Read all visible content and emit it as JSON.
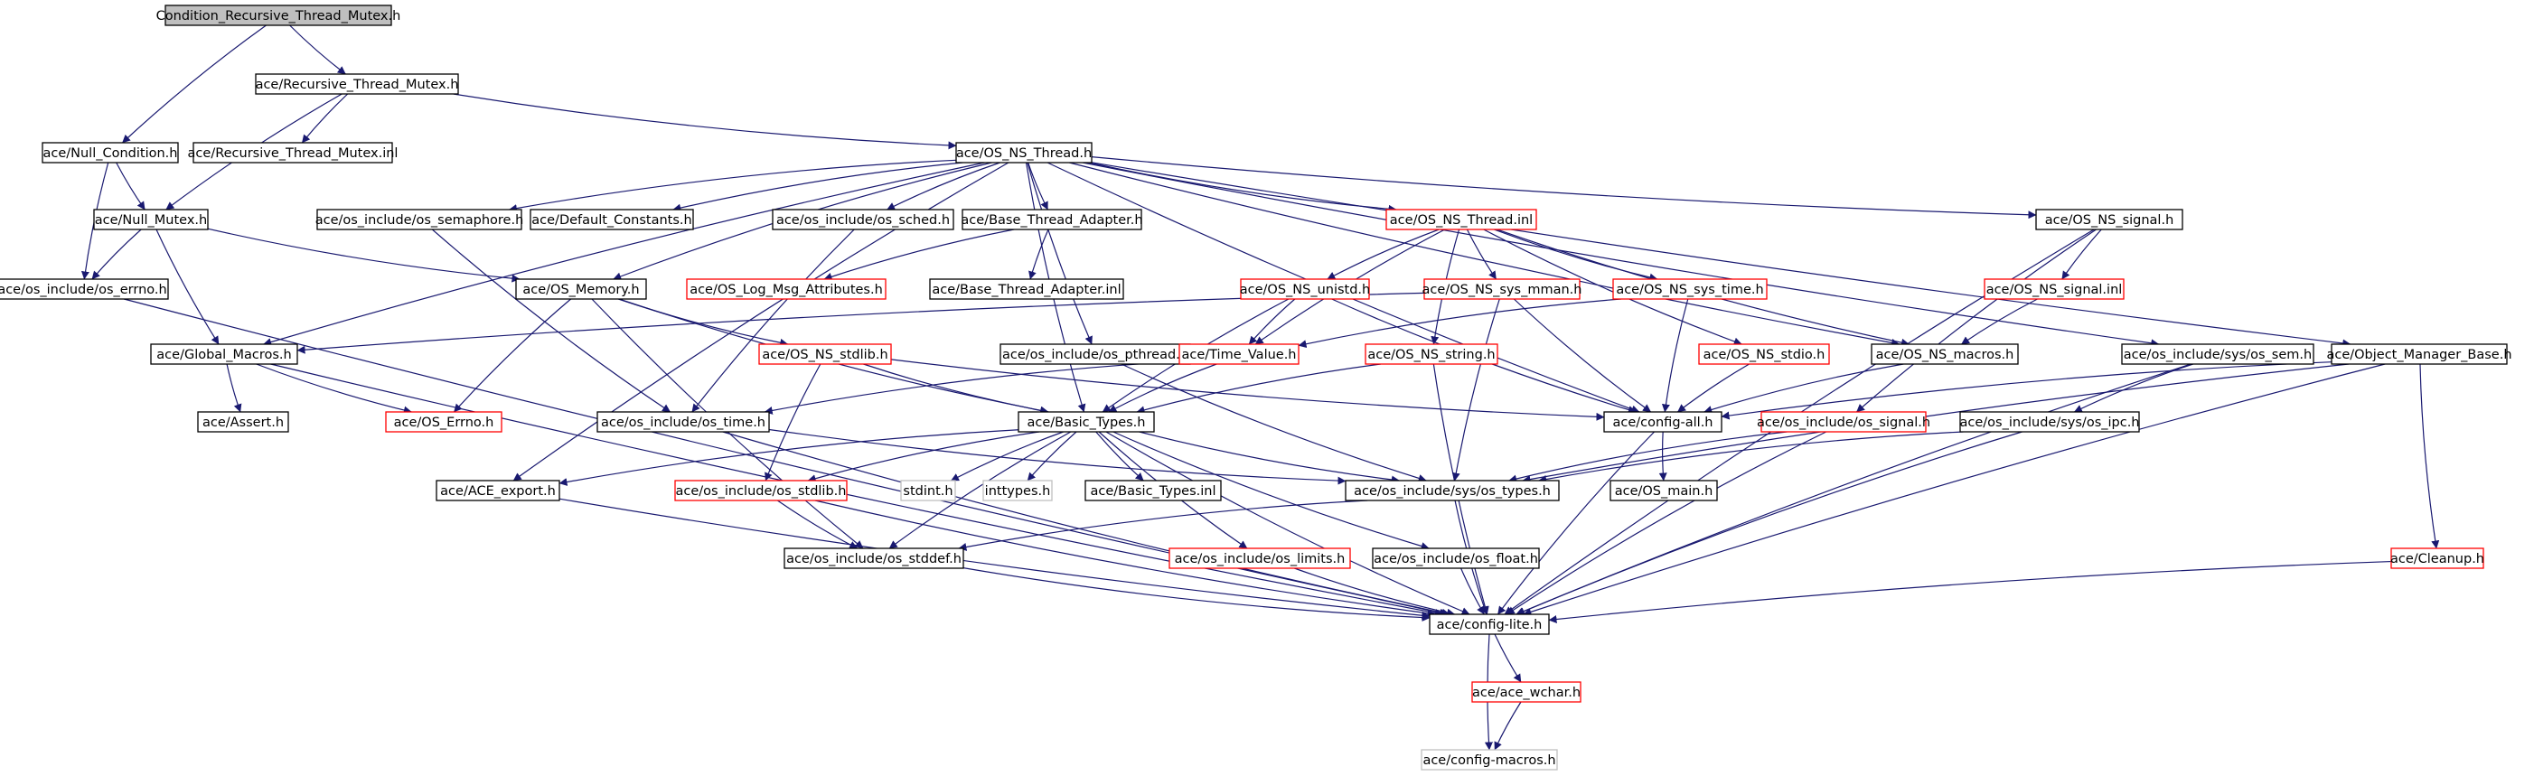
{
  "colors": {
    "edge": "#191970",
    "border_default": "#000000",
    "border_red": "#ff0000",
    "border_gray": "#bfbfbf",
    "fill_root": "#bfbfbf",
    "fill_default": "#ffffff",
    "text": "#000000"
  },
  "nodes": [
    {
      "id": "root",
      "label": "Condition_Recursive_Thread_Mutex.h",
      "style": "root"
    },
    {
      "id": "recmtx",
      "label": "ace/Recursive_Thread_Mutex.h",
      "style": "normal"
    },
    {
      "id": "nullcond",
      "label": "ace/Null_Condition.h",
      "style": "normal"
    },
    {
      "id": "recmtxinl",
      "label": "ace/Recursive_Thread_Mutex.inl",
      "style": "normal"
    },
    {
      "id": "osnsthread",
      "label": "ace/OS_NS_Thread.h",
      "style": "normal"
    },
    {
      "id": "nullmutex",
      "label": "ace/Null_Mutex.h",
      "style": "normal"
    },
    {
      "id": "ossem",
      "label": "ace/os_include/os_semaphore.h",
      "style": "normal"
    },
    {
      "id": "defconst",
      "label": "ace/Default_Constants.h",
      "style": "normal"
    },
    {
      "id": "ossched",
      "label": "ace/os_include/os_sched.h",
      "style": "normal"
    },
    {
      "id": "basethr",
      "label": "ace/Base_Thread_Adapter.h",
      "style": "normal"
    },
    {
      "id": "osnsthrinl",
      "label": "ace/OS_NS_Thread.inl",
      "style": "red"
    },
    {
      "id": "osnssig",
      "label": "ace/OS_NS_signal.h",
      "style": "normal"
    },
    {
      "id": "oserrno",
      "label": "ace/os_include/os_errno.h",
      "style": "normal"
    },
    {
      "id": "osmem",
      "label": "ace/OS_Memory.h",
      "style": "normal"
    },
    {
      "id": "oslog",
      "label": "ace/OS_Log_Msg_Attributes.h",
      "style": "red"
    },
    {
      "id": "basethrinl",
      "label": "ace/Base_Thread_Adapter.inl",
      "style": "normal"
    },
    {
      "id": "osnsunistd",
      "label": "ace/OS_NS_unistd.h",
      "style": "red"
    },
    {
      "id": "osnsmman",
      "label": "ace/OS_NS_sys_mman.h",
      "style": "red"
    },
    {
      "id": "osnssystime",
      "label": "ace/OS_NS_sys_time.h",
      "style": "red"
    },
    {
      "id": "osnssiginl",
      "label": "ace/OS_NS_signal.inl",
      "style": "red"
    },
    {
      "id": "globmac",
      "label": "ace/Global_Macros.h",
      "style": "normal"
    },
    {
      "id": "osnsstdlib",
      "label": "ace/OS_NS_stdlib.h",
      "style": "red"
    },
    {
      "id": "ospthread",
      "label": "ace/os_include/os_pthread.h",
      "style": "normal"
    },
    {
      "id": "timeval",
      "label": "ace/Time_Value.h",
      "style": "red"
    },
    {
      "id": "osnsstring",
      "label": "ace/OS_NS_string.h",
      "style": "red"
    },
    {
      "id": "osnsstdio",
      "label": "ace/OS_NS_stdio.h",
      "style": "red"
    },
    {
      "id": "osnsmacros",
      "label": "ace/OS_NS_macros.h",
      "style": "normal"
    },
    {
      "id": "ossyssem",
      "label": "ace/os_include/sys/os_sem.h",
      "style": "normal"
    },
    {
      "id": "objmgr",
      "label": "ace/Object_Manager_Base.h",
      "style": "normal"
    },
    {
      "id": "assert",
      "label": "ace/Assert.h",
      "style": "normal"
    },
    {
      "id": "oserrnoh",
      "label": "ace/OS_Errno.h",
      "style": "red"
    },
    {
      "id": "ostime",
      "label": "ace/os_include/os_time.h",
      "style": "normal"
    },
    {
      "id": "basictypes",
      "label": "ace/Basic_Types.h",
      "style": "normal"
    },
    {
      "id": "configall",
      "label": "ace/config-all.h",
      "style": "normal"
    },
    {
      "id": "ossignal",
      "label": "ace/os_include/os_signal.h",
      "style": "red"
    },
    {
      "id": "osipc",
      "label": "ace/os_include/sys/os_ipc.h",
      "style": "normal"
    },
    {
      "id": "aceexport",
      "label": "ace/ACE_export.h",
      "style": "normal"
    },
    {
      "id": "osstdlib",
      "label": "ace/os_include/os_stdlib.h",
      "style": "red"
    },
    {
      "id": "stdint",
      "label": "stdint.h",
      "style": "gray"
    },
    {
      "id": "inttypes",
      "label": "inttypes.h",
      "style": "gray"
    },
    {
      "id": "basictypesinl",
      "label": "ace/Basic_Types.inl",
      "style": "normal"
    },
    {
      "id": "ostypes",
      "label": "ace/os_include/sys/os_types.h",
      "style": "normal"
    },
    {
      "id": "osmain",
      "label": "ace/OS_main.h",
      "style": "normal"
    },
    {
      "id": "osstddef",
      "label": "ace/os_include/os_stddef.h",
      "style": "normal"
    },
    {
      "id": "oslimits",
      "label": "ace/os_include/os_limits.h",
      "style": "red"
    },
    {
      "id": "osfloat",
      "label": "ace/os_include/os_float.h",
      "style": "normal"
    },
    {
      "id": "cleanup",
      "label": "ace/Cleanup.h",
      "style": "red"
    },
    {
      "id": "configlite",
      "label": "ace/config-lite.h",
      "style": "normal"
    },
    {
      "id": "acewchar",
      "label": "ace/ace_wchar.h",
      "style": "red"
    },
    {
      "id": "configmacros",
      "label": "ace/config-macros.h",
      "style": "gray"
    }
  ],
  "edges": [
    [
      "root",
      "recmtx"
    ],
    [
      "root",
      "nullcond"
    ],
    [
      "recmtx",
      "recmtxinl"
    ],
    [
      "recmtx",
      "osnsthread"
    ],
    [
      "recmtx",
      "nullmutex"
    ],
    [
      "nullcond",
      "nullmutex"
    ],
    [
      "nullcond",
      "oserrno"
    ],
    [
      "nullmutex",
      "oserrno"
    ],
    [
      "nullmutex",
      "osmem"
    ],
    [
      "nullmutex",
      "globmac"
    ],
    [
      "osnsthread",
      "ossem"
    ],
    [
      "osnsthread",
      "defconst"
    ],
    [
      "osnsthread",
      "ossched"
    ],
    [
      "osnsthread",
      "basethr"
    ],
    [
      "osnsthread",
      "osnsthrinl"
    ],
    [
      "osnsthread",
      "osnssig"
    ],
    [
      "osnsthread",
      "osmem"
    ],
    [
      "osnsthread",
      "globmac"
    ],
    [
      "osnsthread",
      "aceexport"
    ],
    [
      "osnsthread",
      "basictypes"
    ],
    [
      "osnsthread",
      "ospthread"
    ],
    [
      "osnsthread",
      "configall"
    ],
    [
      "osnsthread",
      "osnsmacros"
    ],
    [
      "osnsthread",
      "ossyssem"
    ],
    [
      "osnsthread",
      "objmgr"
    ],
    [
      "ossem",
      "ostime"
    ],
    [
      "ossched",
      "ostime"
    ],
    [
      "basethr",
      "oslog"
    ],
    [
      "basethr",
      "basethrinl"
    ],
    [
      "osnsthrinl",
      "osnsunistd"
    ],
    [
      "osnsthrinl",
      "osnsmman"
    ],
    [
      "osnsthrinl",
      "osnssystime"
    ],
    [
      "osnsthrinl",
      "osnsstring"
    ],
    [
      "osnsthrinl",
      "osnsstdio"
    ],
    [
      "osnsthrinl",
      "timeval"
    ],
    [
      "osnsthrinl",
      "osnsmacros"
    ],
    [
      "osnssig",
      "osnssiginl"
    ],
    [
      "osnssig",
      "ossignal"
    ],
    [
      "osnssig",
      "configlite"
    ],
    [
      "osnssiginl",
      "osnsmacros"
    ],
    [
      "oserrno",
      "configlite"
    ],
    [
      "osmem",
      "osnsstdlib"
    ],
    [
      "osmem",
      "oserrnoh"
    ],
    [
      "osmem",
      "basictypes"
    ],
    [
      "osmem",
      "osstddef"
    ],
    [
      "osnsunistd",
      "timeval"
    ],
    [
      "osnsunistd",
      "basictypes"
    ],
    [
      "osnsunistd",
      "configall"
    ],
    [
      "osnsmman",
      "configall"
    ],
    [
      "osnsmman",
      "ostypes"
    ],
    [
      "osnsmman",
      "globmac"
    ],
    [
      "osnssystime",
      "timeval"
    ],
    [
      "osnssystime",
      "configall"
    ],
    [
      "osnsstdlib",
      "basictypes"
    ],
    [
      "osnsstdlib",
      "osstdlib"
    ],
    [
      "osnsstdlib",
      "configall"
    ],
    [
      "ospthread",
      "ostypes"
    ],
    [
      "timeval",
      "basictypes"
    ],
    [
      "timeval",
      "ostime"
    ],
    [
      "osnsstring",
      "basictypes"
    ],
    [
      "osnsstring",
      "configlite"
    ],
    [
      "osnsstdio",
      "configall"
    ],
    [
      "osnsmacros",
      "configall"
    ],
    [
      "ossyssem",
      "osipc"
    ],
    [
      "ossyssem",
      "configlite"
    ],
    [
      "objmgr",
      "configall"
    ],
    [
      "objmgr",
      "ostypes"
    ],
    [
      "objmgr",
      "cleanup"
    ],
    [
      "objmgr",
      "configlite"
    ],
    [
      "globmac",
      "assert"
    ],
    [
      "globmac",
      "oserrnoh"
    ],
    [
      "globmac",
      "configlite"
    ],
    [
      "ostime",
      "ostypes"
    ],
    [
      "ostime",
      "configlite"
    ],
    [
      "basictypes",
      "aceexport"
    ],
    [
      "basictypes",
      "osstdlib"
    ],
    [
      "basictypes",
      "stdint"
    ],
    [
      "basictypes",
      "inttypes"
    ],
    [
      "basictypes",
      "basictypesinl"
    ],
    [
      "basictypes",
      "ostypes"
    ],
    [
      "basictypes",
      "osstddef"
    ],
    [
      "basictypes",
      "oslimits"
    ],
    [
      "basictypes",
      "osfloat"
    ],
    [
      "basictypes",
      "configlite"
    ],
    [
      "configall",
      "osmain"
    ],
    [
      "configall",
      "configlite"
    ],
    [
      "ossignal",
      "ostypes"
    ],
    [
      "ossignal",
      "configlite"
    ],
    [
      "osipc",
      "ostypes"
    ],
    [
      "osipc",
      "configlite"
    ],
    [
      "aceexport",
      "configlite"
    ],
    [
      "osstdlib",
      "osstddef"
    ],
    [
      "osstdlib",
      "configlite"
    ],
    [
      "ostypes",
      "osstddef"
    ],
    [
      "ostypes",
      "configlite"
    ],
    [
      "osstddef",
      "configlite"
    ],
    [
      "oslimits",
      "configlite"
    ],
    [
      "osfloat",
      "configlite"
    ],
    [
      "cleanup",
      "configlite"
    ],
    [
      "configlite",
      "acewchar"
    ],
    [
      "configlite",
      "configmacros"
    ],
    [
      "acewchar",
      "configmacros"
    ]
  ]
}
